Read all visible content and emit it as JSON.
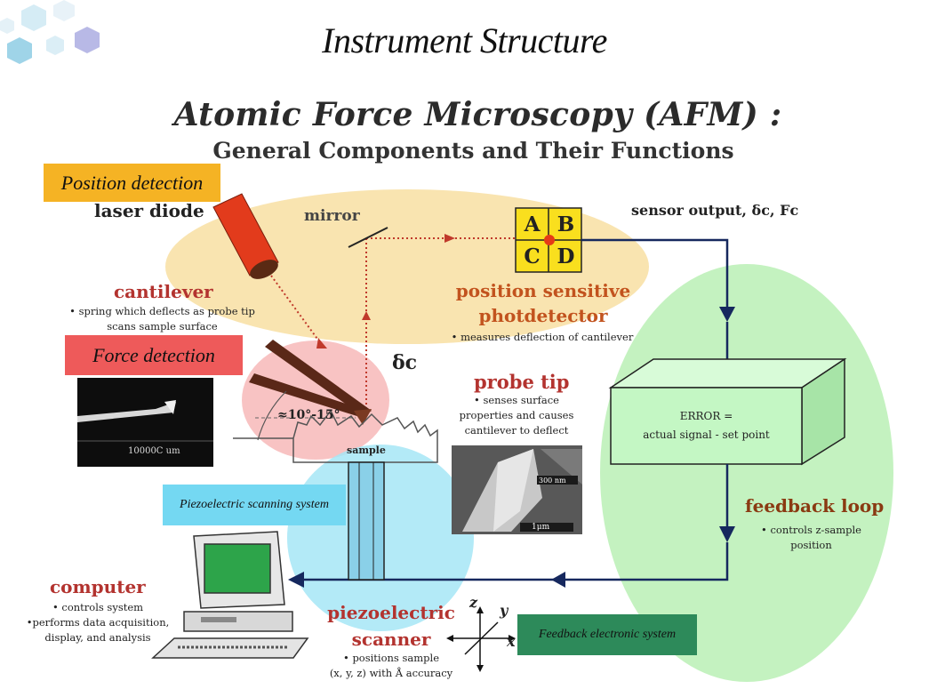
{
  "page_title": "Instrument Structure",
  "diagram_title": "Atomic Force Microscopy (AFM) :",
  "diagram_subtitle": "General Components and Their Functions",
  "banners": {
    "position_detection": "Position detection",
    "force_detection": "Force detection",
    "piezo_scanning": "Piezoelectric scanning system",
    "feedback_electronic": "Feedback electronic system"
  },
  "labels": {
    "laser_diode": "laser diode",
    "mirror": "mirror",
    "sensor_output": "sensor output, δc, Fc",
    "cantilever": "cantilever",
    "cantilever_desc": [
      "• spring which deflects as probe tip",
      "scans sample surface"
    ],
    "psd_title": [
      "position sensitive",
      "photdetector"
    ],
    "psd_desc": "• measures deflection of cantilever",
    "delta_c": "δc",
    "angle": "≈10°-15°",
    "sample": "sample",
    "probe_tip": "probe tip",
    "probe_tip_desc": [
      "• senses surface",
      "properties and causes",
      "cantilever to deflect"
    ],
    "error_line1": "ERROR =",
    "error_line2": "actual signal - set point",
    "feedback_loop": "feedback loop",
    "feedback_desc": [
      "• controls z-sample",
      "position"
    ],
    "computer": "computer",
    "computer_desc": [
      "• controls system",
      "•performs data acquisition,",
      "display, and analysis"
    ],
    "piezo_title": [
      "piezoelectric",
      "scanner"
    ],
    "piezo_desc": [
      "• positions sample",
      "(x, y, z) with Å accuracy"
    ],
    "axis_z": "z",
    "axis_y": "y",
    "axis_x": "x",
    "micrograph_scale": "10000C um",
    "tip_scale_top": "300 nm",
    "tip_scale_bottom": "1μm"
  },
  "quadrants": [
    "A",
    "B",
    "C",
    "D"
  ],
  "colors": {
    "position_banner": "#f5b324",
    "force_banner": "#ee5a5a",
    "piezo_banner": "#74d8f2",
    "feedback_banner": "#2d8a5a",
    "laser_zone": "#f8dfa2",
    "force_zone": "#f7bcbc",
    "piezo_zone": "#a6e6f6",
    "feedback_zone": "#b5efb0",
    "error_box": "#c4f7c4",
    "arrow": "#16285e",
    "laser_beam": "#c0392b"
  }
}
